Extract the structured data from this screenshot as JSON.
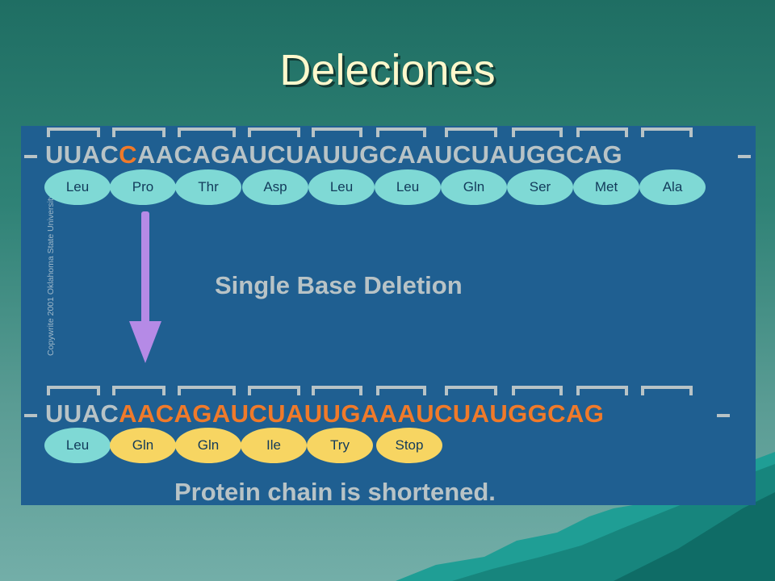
{
  "slide": {
    "title": "Deleciones"
  },
  "diagram": {
    "copyright": "Copywrite 2001 Oklahoma State University",
    "original": {
      "sequence_before": "UUAC",
      "sequence_mutated": "C",
      "sequence_after": "AACAGAUCUAUUGCAAUCUAUGGCAG",
      "amino_acids": [
        "Leu",
        "Pro",
        "Thr",
        "Asp",
        "Leu",
        "Leu",
        "Gln",
        "Ser",
        "Met",
        "Ala"
      ]
    },
    "deletion_label": "Single Base Deletion",
    "mutant": {
      "sequence_unchanged": "UUAC",
      "sequence_shifted": "AACAGAUCUAUUGAAAUCUAUGGCAG",
      "amino_acids": [
        "Leu",
        "Gln",
        "Gln",
        "Ile",
        "Try",
        "Stop"
      ]
    },
    "result_label": "Protein chain is shortened.",
    "colors": {
      "panel": "#1f5f91",
      "mutation_highlight": "#f07a2a",
      "arrow": "#b58ae6",
      "original_codon": "#7fd9d5",
      "frameshift_codon": "#f7d562"
    }
  }
}
